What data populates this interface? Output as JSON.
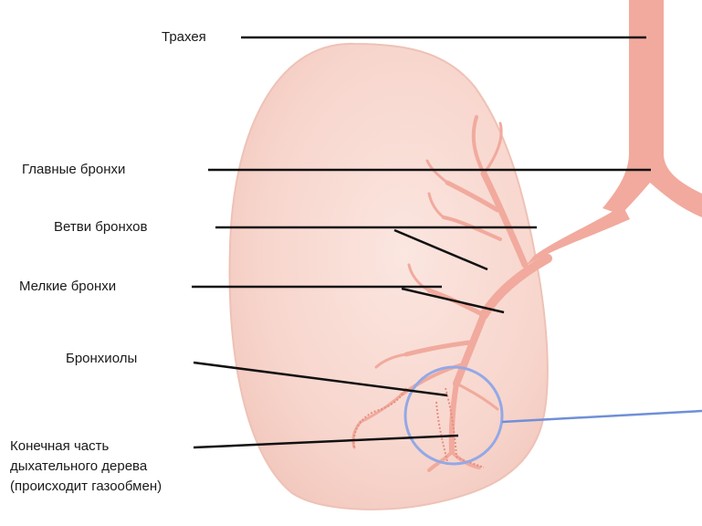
{
  "labels": {
    "trachea": "Трахея",
    "main_bronchi": "Главные бронхи",
    "bronchi_branches": "Ветви бронхов",
    "small_bronchi": "Мелкие бронхи",
    "bronchioles": "Бронхиолы",
    "terminal_line1": "Конечная часть",
    "terminal_line2": "дыхательного дерева",
    "terminal_line3": "(происходит газообмен)"
  },
  "colors": {
    "lung_fill": "#f8d8d0",
    "lung_edge": "#eec2b6",
    "airway": "#f1aa9d",
    "airway_dark": "#e58f80",
    "leader_line": "#111111",
    "highlight_circle": "#93a8e6",
    "pointer_line": "#6f8fd8",
    "text": "#1a1a1a"
  }
}
